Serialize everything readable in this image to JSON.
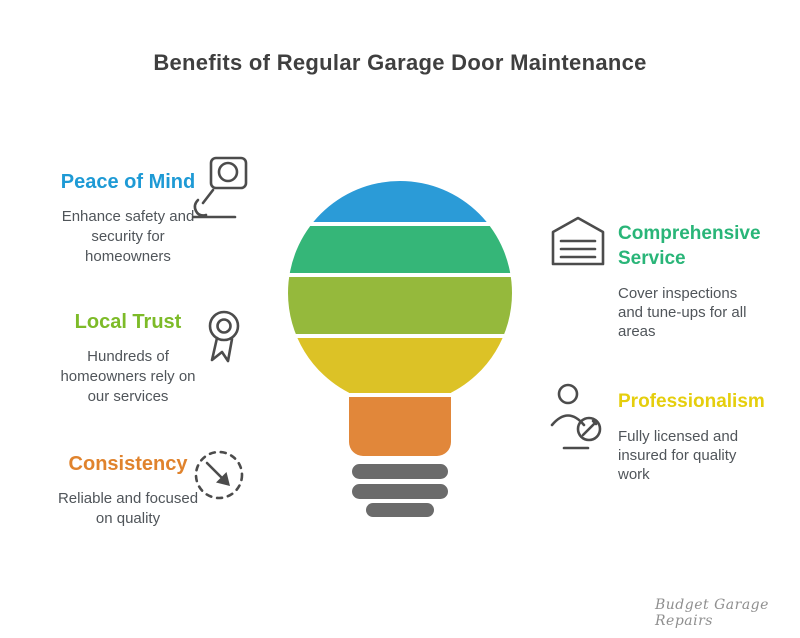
{
  "title": "Benefits of Regular Garage Door Maintenance",
  "watermark": "Budget Garage Repairs",
  "colors": {
    "background": "#ffffff",
    "title_text": "#3f3f3f",
    "body_text": "#50555a",
    "icon_gray": "#4c4c4c",
    "watermark_gray": "#8f8f8f"
  },
  "left_items": [
    {
      "heading": "Peace of Mind",
      "heading_color": "#1e9ad5",
      "icon": "hand-magnifier-icon",
      "body_lines": [
        "Enhance safety and",
        "security for",
        "homeowners"
      ]
    },
    {
      "heading": "Local Trust",
      "heading_color": "#7dbb28",
      "icon": "trust-badge-icon",
      "body_lines": [
        "Hundreds of",
        "homeowners rely on",
        "our services"
      ]
    },
    {
      "heading": "Consistency",
      "heading_color": "#e0832d",
      "icon": "sync-arrow-icon",
      "body_lines": [
        "Reliable and focused",
        "on quality"
      ]
    }
  ],
  "right_items": [
    {
      "heading_lines": [
        "Comprehensive",
        "Service"
      ],
      "heading_color": "#29b578",
      "icon": "garage-door-icon",
      "body_lines": [
        "Cover inspections",
        "and tune-ups for all",
        "areas"
      ]
    },
    {
      "heading_lines": [
        "Professionalism"
      ],
      "heading_color": "#e5ce0d",
      "icon": "licensed-professional-icon",
      "body_lines": [
        "Fully licensed and",
        "insured for quality",
        "work"
      ]
    }
  ],
  "bulb": {
    "stripe_colors": [
      "#2b9bd7",
      "#35b678",
      "#95b93c",
      "#dcc226",
      "#e1873a"
    ],
    "thread_color": "#6b6b6b"
  }
}
